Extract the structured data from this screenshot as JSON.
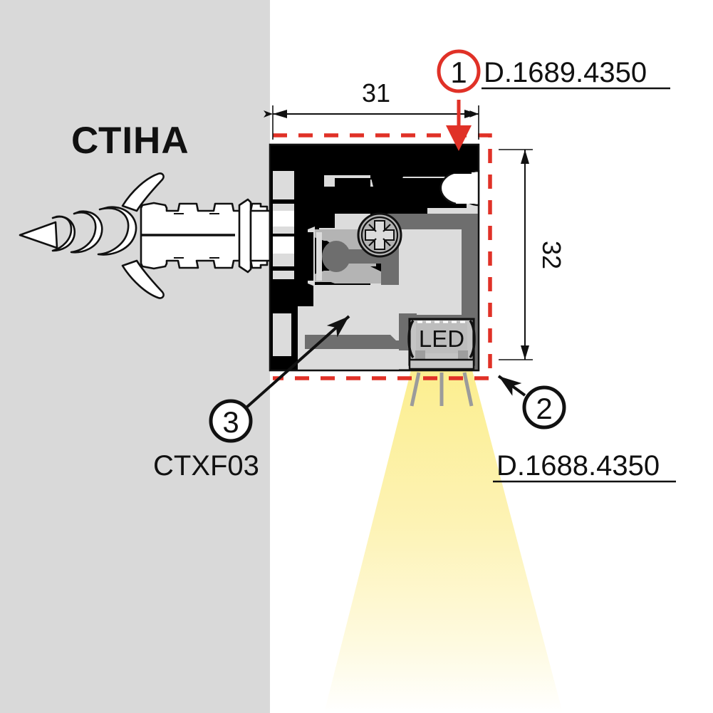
{
  "diagram": {
    "title_wall": "СТІНА",
    "dimensions": {
      "width_label": "31",
      "height_label": "32"
    },
    "callouts": [
      {
        "number": "1",
        "code": "D.1689.4350",
        "color": "#e03127",
        "underline": true
      },
      {
        "number": "2",
        "code": "D.1688.4350",
        "color": "#111111",
        "underline": true
      },
      {
        "number": "3",
        "code": "CTXF03",
        "color": "#111111",
        "underline": false
      }
    ],
    "led_label": "LED",
    "colors": {
      "wall": "#d9d9d9",
      "profile_black": "#000000",
      "profile_light_gray": "#dcdcdc",
      "profile_mid_gray": "#6e6e6e",
      "profile_pale_gray": "#b4b4b4",
      "dashed_red": "#e03127",
      "light_beam": "#fdf09a",
      "background": "#ffffff"
    }
  }
}
